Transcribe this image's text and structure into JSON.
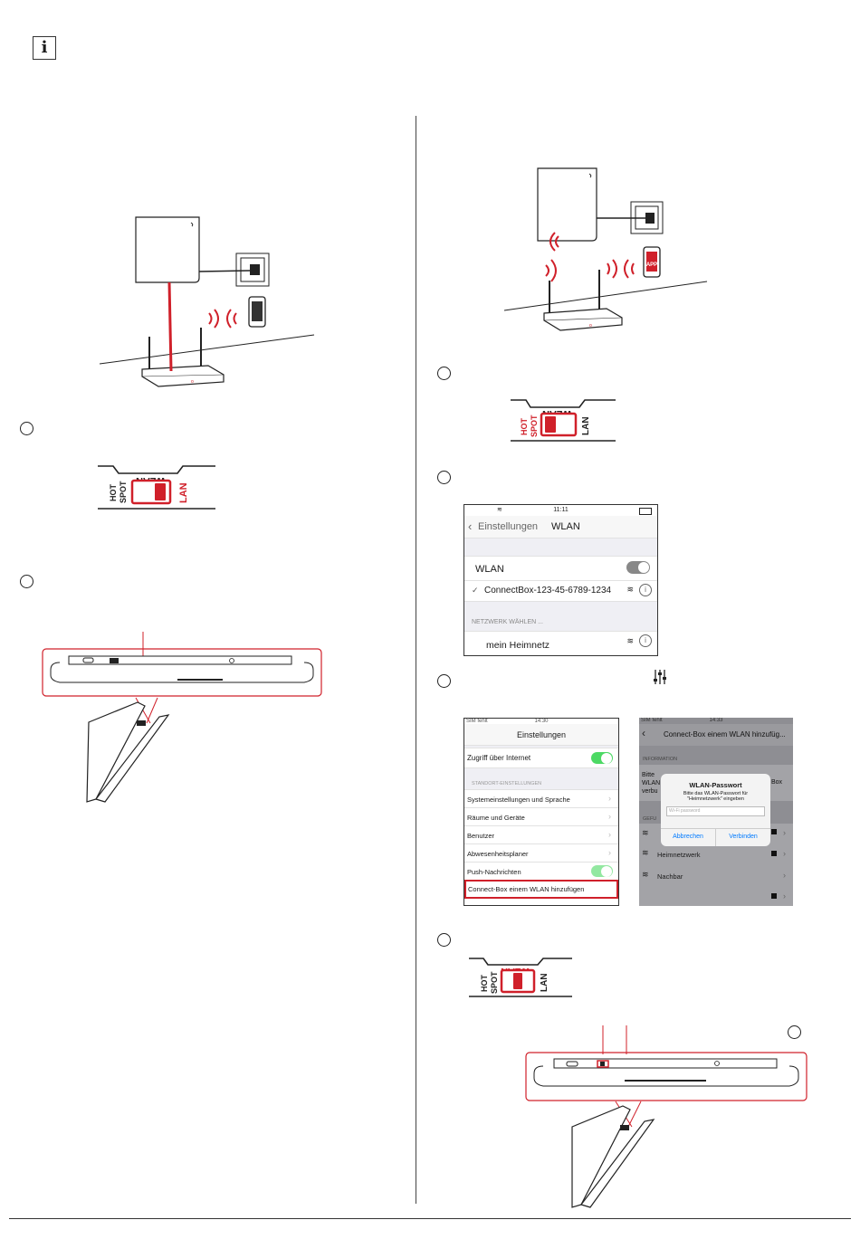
{
  "info_icon": {
    "glyph": "i"
  },
  "switch": {
    "top_label": "WLAN",
    "left_label_1": "HOT",
    "left_label_2": "SPOT",
    "right_label": "LAN"
  },
  "router_illustration": {
    "app_badge": "APP"
  },
  "wifi_screen": {
    "time": "11:11",
    "back_label": "Einstellungen",
    "title": "WLAN",
    "wlan_toggle_label": "WLAN",
    "wlan_toggle_on": true,
    "connected_network": "ConnectBox-123-45-6789-1234",
    "section_header": "NETZWERK WÄHLEN ...",
    "network_1": "mein Heimnetz"
  },
  "settings_screen": {
    "carrier": "SIM fehlt",
    "time": "14:30",
    "title": "Einstellungen",
    "internet_label": "Zugriff über Internet",
    "section_header": "STANDORT-EINSTELLUNGEN",
    "items": [
      "Systemeinstellungen und Sprache",
      "Räume und Geräte",
      "Benutzer",
      "Abwesenheitsplaner",
      "Push-Nachrichten",
      "Connect-Box einem WLAN hinzufügen"
    ],
    "highlight_color": "#d0202a",
    "toggle_color": "#4cd964"
  },
  "password_screen": {
    "carrier": "SIM fehlt",
    "time": "14:33",
    "title": "Connect-Box einem WLAN hinzufüg...",
    "section_info": "INFORMATION",
    "info_line_1": "Bitte",
    "info_line_2": "WLAN",
    "info_line_3": "verbu",
    "info_right": "Box",
    "section_found": "GEFU",
    "dialog_title": "WLAN-Passwort",
    "dialog_text_1": "Bitte das WLAN-Passwort für",
    "dialog_text_2": "\"Heimnetzwerk\" eingeben",
    "dialog_placeholder": "Wi-Fi password",
    "cancel_label": "Abbrechen",
    "connect_label": "Verbinden",
    "network_1": "Heimnetzwerk",
    "network_2": "Nachbar"
  },
  "colors": {
    "accent_red": "#d0202a",
    "line": "#222222",
    "ios_blue": "#007aff"
  }
}
